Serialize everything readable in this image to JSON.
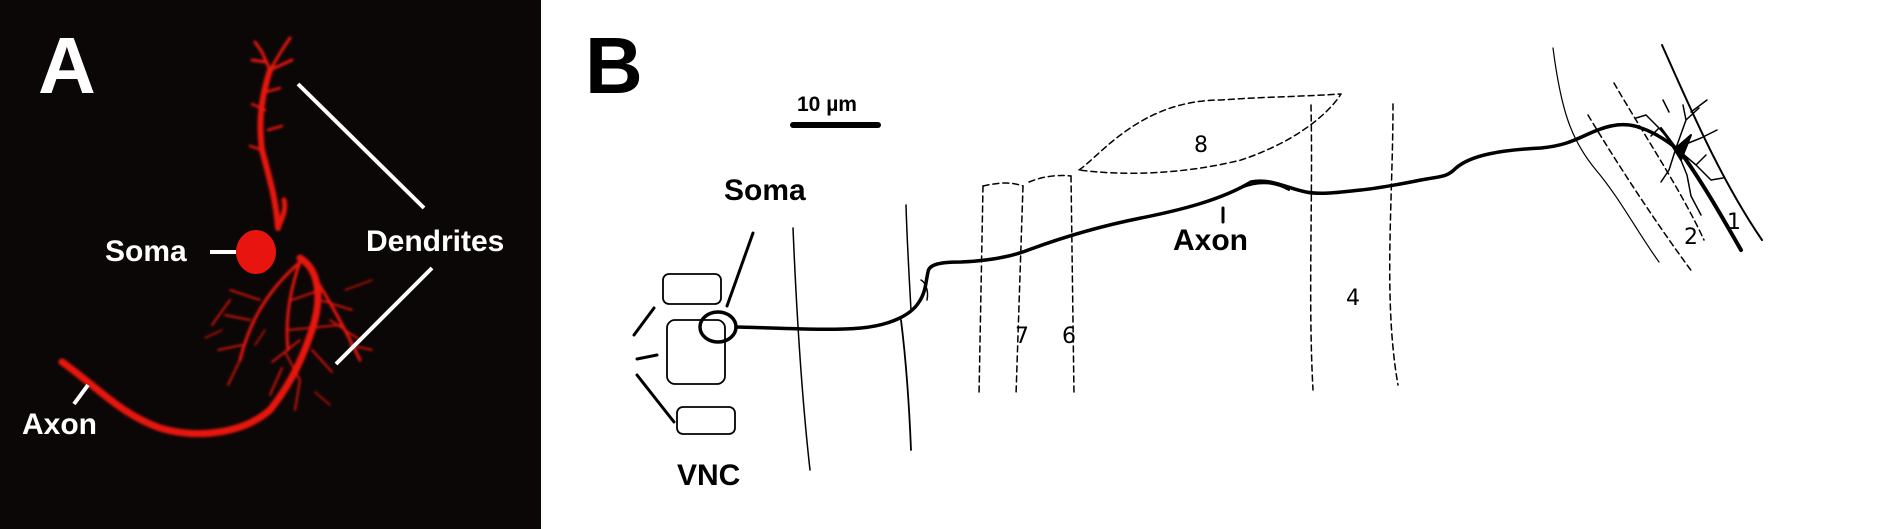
{
  "panel_a": {
    "letter": "A",
    "labels": {
      "soma": "Soma",
      "dendrites": "Dendrites",
      "axon": "Axon"
    },
    "neuron_color": "#e8140f",
    "background_color": "#0c0707"
  },
  "panel_b": {
    "letter": "B",
    "labels": {
      "soma": "Soma",
      "axon": "Axon",
      "vnc": "VNC"
    },
    "scale_bar": "10 µm",
    "segments": [
      "8",
      "7",
      "6",
      "4",
      "2",
      "1"
    ]
  }
}
